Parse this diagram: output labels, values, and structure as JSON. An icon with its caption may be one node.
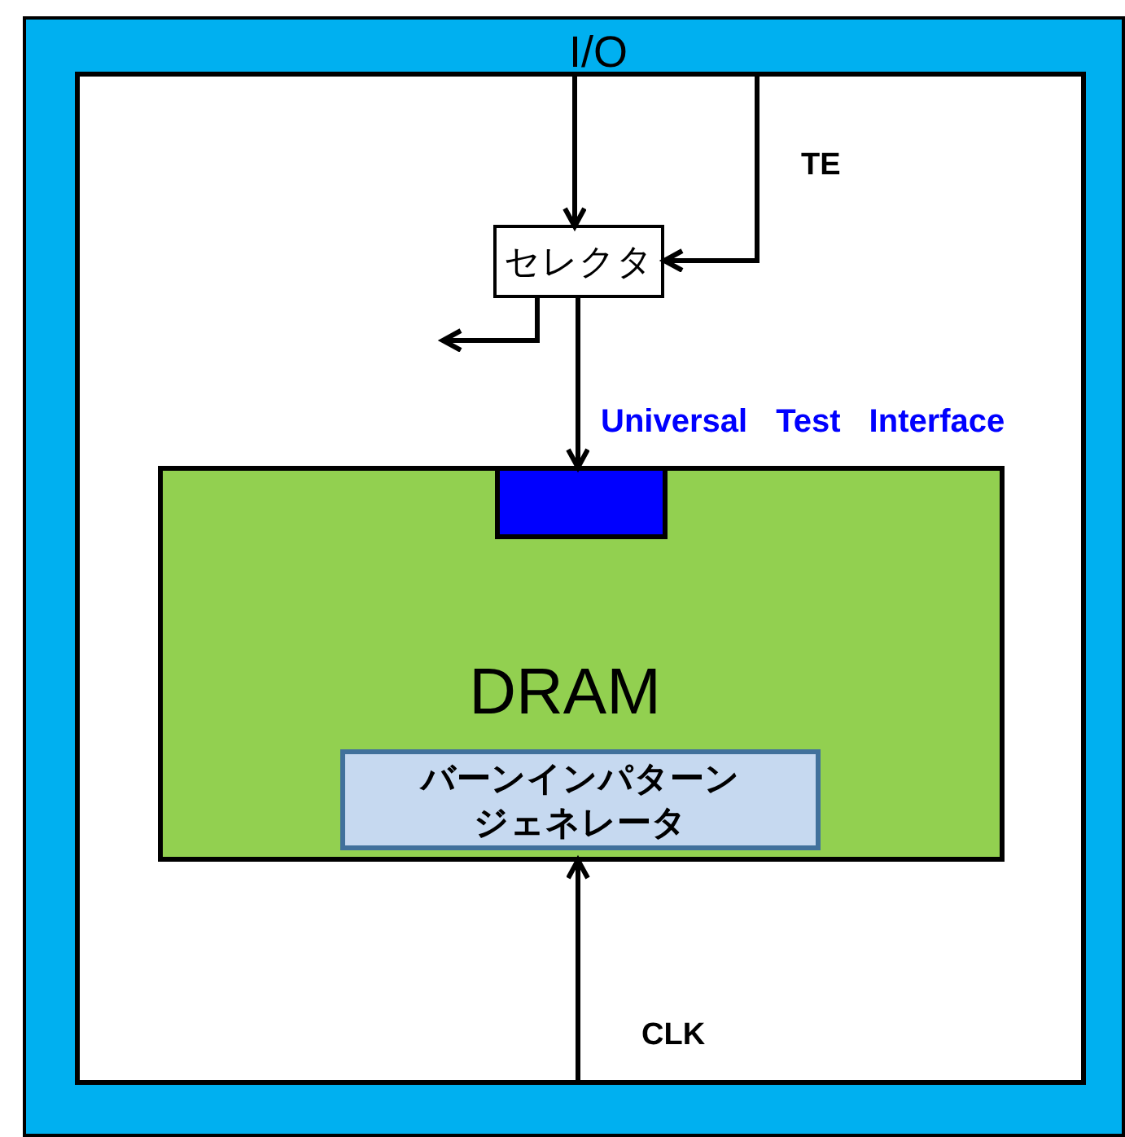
{
  "diagram": {
    "nodes": [
      {
        "text": [
          "I/O"
        ]
      },
      {
        "text": [
          "セレクタ"
        ],
        "in": 0
      },
      {
        "text": [
          "DRAM"
        ],
        "in": 0
      },
      {
        "text": [],
        "shape": "box",
        "in": 2
      },
      {
        "text": [
          "バーンインパターンジェネレータ"
        ],
        "in": 2
      }
    ],
    "edges": [
      {
        "from": 0,
        "to": 1,
        "arrow": "to"
      },
      {
        "from": 0,
        "to": 1,
        "arrow": "to",
        "label": "TE"
      },
      {
        "from": 1,
        "to": null,
        "arrow": "to"
      },
      {
        "from": 1,
        "to": 3,
        "arrow": "to"
      },
      {
        "from": 0,
        "to": 2,
        "arrow": "to",
        "label": "CLK"
      }
    ],
    "labels": [
      "Universal Test Interface"
    ]
  }
}
